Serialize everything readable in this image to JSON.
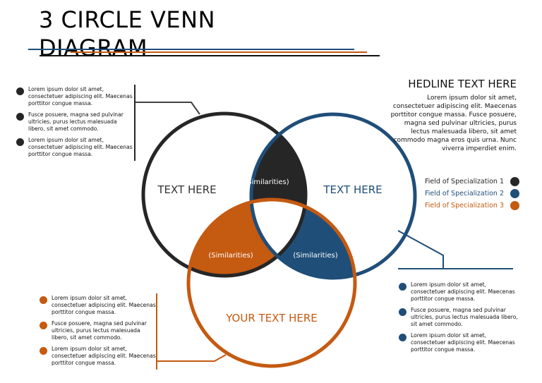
{
  "title": {
    "line1": "3 CIRCLE VENN",
    "line2": "DIAGRAM"
  },
  "colors": {
    "dark": "#262626",
    "blue": "#1f4e79",
    "orange": "#c55a11"
  },
  "circles": {
    "left_label": "TEXT HERE",
    "right_label": "TEXT HERE",
    "bottom_label": "YOUR TEXT HERE"
  },
  "overlaps": {
    "top": "(Similarities)",
    "bottom_left": "(Similarities)",
    "bottom_right": "(Similarities)"
  },
  "headline": "HEDLINE TEXT HERE",
  "body_text": "Lorem ipsum dolor sit amet, consectetuer adipiscing elit. Maecenas porttitor congue massa. Fusce posuere, magna sed pulvinar ultricies, purus lectus malesuada libero, sit amet commodo magna eros quis urna. Nunc viverra imperdiet enim.",
  "legend": [
    {
      "label": "Field of Specialization 1",
      "color": "#262626"
    },
    {
      "label": "Field of Specialization 2",
      "color": "#1f4e79"
    },
    {
      "label": "Field of Specialization 3",
      "color": "#c55a11"
    }
  ],
  "bullets_top_left": [
    "Lorem ipsum dolor sit amet, consectetuer adipiscing elit. Maecenas porttitor congue massa.",
    "Fusce posuere, magna sed pulvinar ultricies, purus lectus malesuada libero, sit amet commodo.",
    "Lorem ipsum dolor sit amet, consectetuer adipiscing elit. Maecenas porttitor congue massa."
  ],
  "bullets_bottom_left": [
    "Lorem ipsum dolor sit amet, consectetuer adipiscing elit. Maecenas porttitor congue massa.",
    "Fusce posuere, magna sed pulvinar ultricies, purus lectus malesuada libero, sit amet commodo.",
    "Lorem ipsum dolor sit amet, consectetuer adipiscing elit. Maecenas porttitor congue massa."
  ],
  "bullets_bottom_right": [
    "Lorem ipsum dolor sit amet, consectetuer adipiscing elit. Maecenas porttitor congue massa.",
    "Fusce posuere, magna sed pulvinar ultricies, purus lectus malesuada libero, sit amet commodo.",
    "Lorem ipsum dolor sit amet, consectetuer adipiscing elit. Maecenas porttitor congue massa."
  ]
}
